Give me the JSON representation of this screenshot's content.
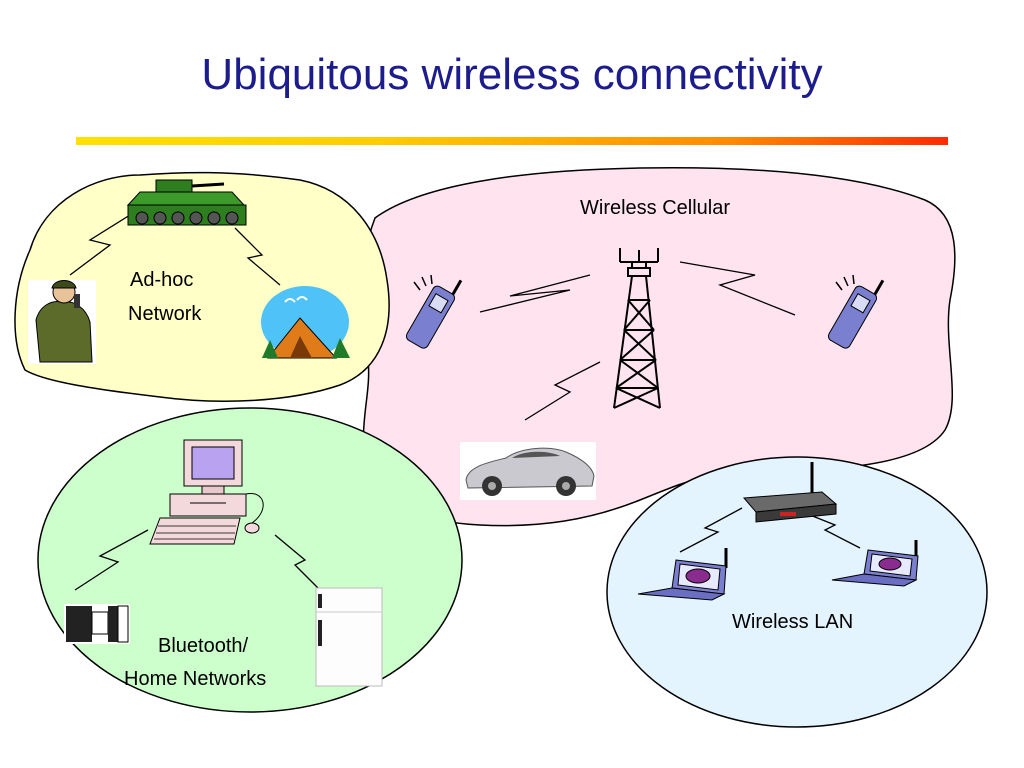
{
  "title": "Ubiquitous wireless connectivity",
  "regions": {
    "adhoc": {
      "label_line1": "Ad-hoc",
      "label_line2": "Network",
      "fill": "#ffffc8"
    },
    "cellular": {
      "label": "Wireless Cellular",
      "fill": "#ffe4ef"
    },
    "bluetooth": {
      "label_line1": "Bluetooth/",
      "label_line2": "Home Networks",
      "fill": "#ccffcc"
    },
    "wlan": {
      "label": "Wireless LAN",
      "fill": "#e4f4ff"
    }
  },
  "colors": {
    "title": "#1c1c8c",
    "outline": "#000000"
  },
  "icons": [
    "tank-icon",
    "soldier-icon",
    "tent-icon",
    "cell-tower-icon",
    "cell-phone-icon",
    "car-icon",
    "desktop-computer-icon",
    "coffee-maker-icon",
    "refrigerator-icon",
    "wireless-router-icon",
    "laptop-icon"
  ]
}
